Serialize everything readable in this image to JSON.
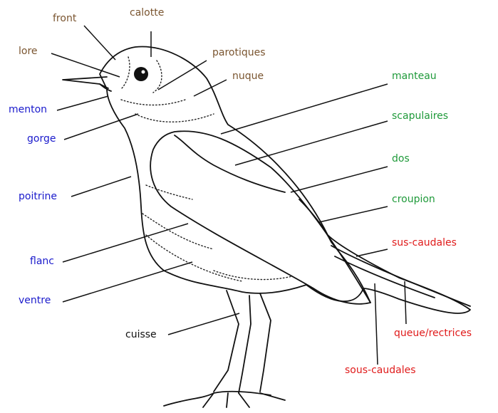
{
  "labels": {
    "front": "front",
    "calotte": "calotte",
    "lore": "lore",
    "parotiques": "parotiques",
    "nuque": "nuque",
    "menton": "menton",
    "gorge": "gorge",
    "poitrine": "poitrine",
    "flanc": "flanc",
    "ventre": "ventre",
    "cuisse": "cuisse",
    "manteau": "manteau",
    "scapulaires": "scapulaires",
    "dos": "dos",
    "croupion": "croupion",
    "sus_caudales": "sus-caudales",
    "queue_rectrices": "queue/rectrices",
    "sous_caudales": "sous-caudales"
  },
  "colors": {
    "head_labels": "#7a5530",
    "ventral_labels": "#1a1acc",
    "dorsal_labels": "#1f9a3a",
    "tail_labels": "#e01b1b",
    "leg_label": "#111111"
  }
}
